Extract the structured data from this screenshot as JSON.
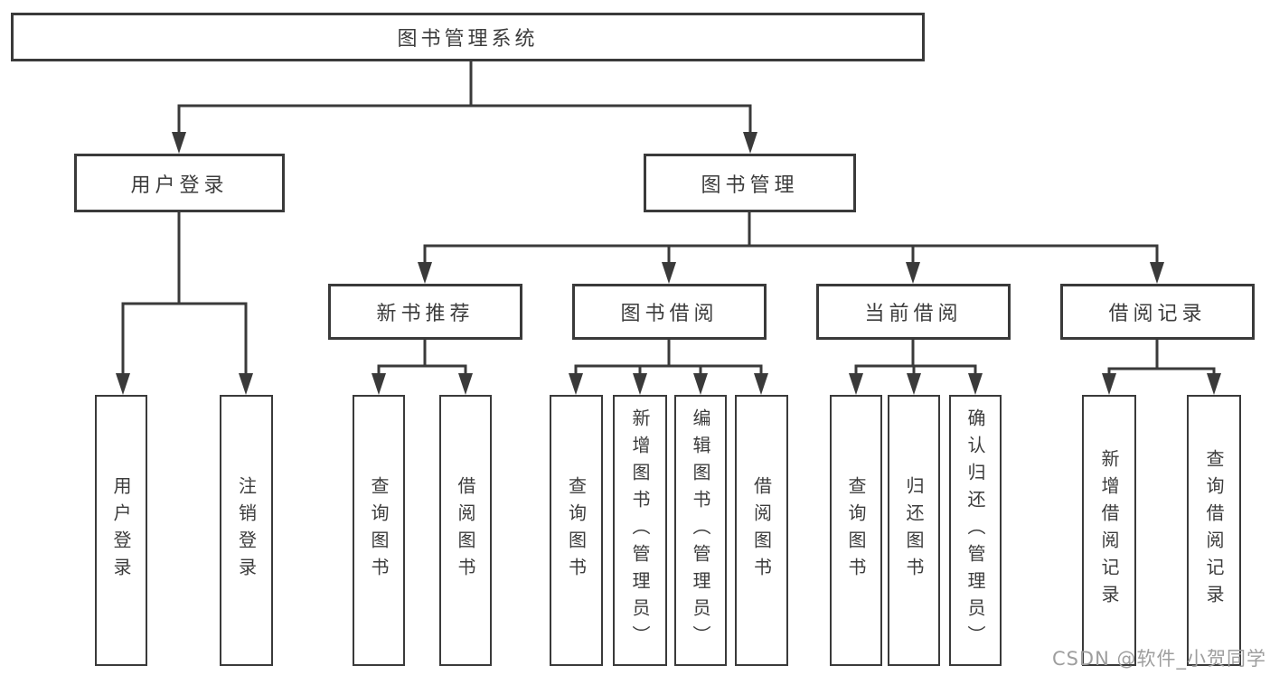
{
  "root": {
    "label": "图书管理系统"
  },
  "groups": [
    {
      "label": "用户登录",
      "children": [
        {
          "label": "用户登录"
        },
        {
          "label": "注销登录"
        }
      ]
    },
    {
      "label": "图书管理",
      "subgroups": [
        {
          "label": "新书推荐",
          "children": [
            {
              "label": "查询图书"
            },
            {
              "label": "借阅图书"
            }
          ]
        },
        {
          "label": "图书借阅",
          "children": [
            {
              "label": "查询图书"
            },
            {
              "label": "新增图书（管理员）"
            },
            {
              "label": "编辑图书（管理员）"
            },
            {
              "label": "借阅图书"
            }
          ]
        },
        {
          "label": "当前借阅",
          "children": [
            {
              "label": "查询图书"
            },
            {
              "label": "归还图书"
            },
            {
              "label": "确认归还（管理员）"
            }
          ]
        },
        {
          "label": "借阅记录",
          "children": [
            {
              "label": "新增借阅记录"
            },
            {
              "label": "查询借阅记录"
            }
          ]
        }
      ]
    }
  ],
  "watermark": {
    "text": "CSDN @软件_小贺同学"
  },
  "colors": {
    "line": "#3a3a3a",
    "text": "#3c3c3c",
    "watermark": "#9e9e9e",
    "background": "#ffffff"
  }
}
